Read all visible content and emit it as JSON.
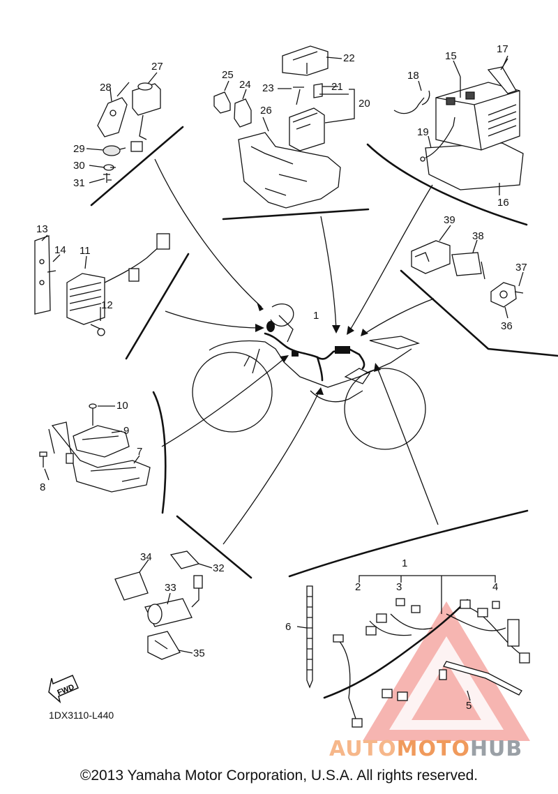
{
  "diagram": {
    "part_labels": {
      "n1": "1",
      "n1b": "1",
      "n2": "2",
      "n3": "3",
      "n4": "4",
      "n5": "5",
      "n6": "6",
      "n7": "7",
      "n8": "8",
      "n9": "9",
      "n10": "10",
      "n11": "11",
      "n12": "12",
      "n13": "13",
      "n14": "14",
      "n15": "15",
      "n16": "16",
      "n17": "17",
      "n18": "18",
      "n19": "19",
      "n20": "20",
      "n21": "21",
      "n22": "22",
      "n23": "23",
      "n24": "24",
      "n25": "25",
      "n26": "26",
      "n27": "27",
      "n28": "28",
      "n29": "29",
      "n30": "30",
      "n31": "31",
      "n32": "32",
      "n33": "33",
      "n34": "34",
      "n35": "35",
      "n36": "36",
      "n37": "37",
      "n38": "38",
      "n39": "39"
    },
    "fwd_label": "FWD",
    "diagram_code": "1DX3110-L440",
    "copyright": "©2013 Yamaha Motor Corporation, U.S.A. All rights reserved.",
    "watermark": {
      "part1": "AUTO",
      "part2": "MOTO",
      "part3": "HUB"
    }
  },
  "colors": {
    "line": "#111111",
    "watermark_red": "#e8473f",
    "watermark_orange": "#f09a5c",
    "watermark_gray": "#9aa0a6"
  }
}
